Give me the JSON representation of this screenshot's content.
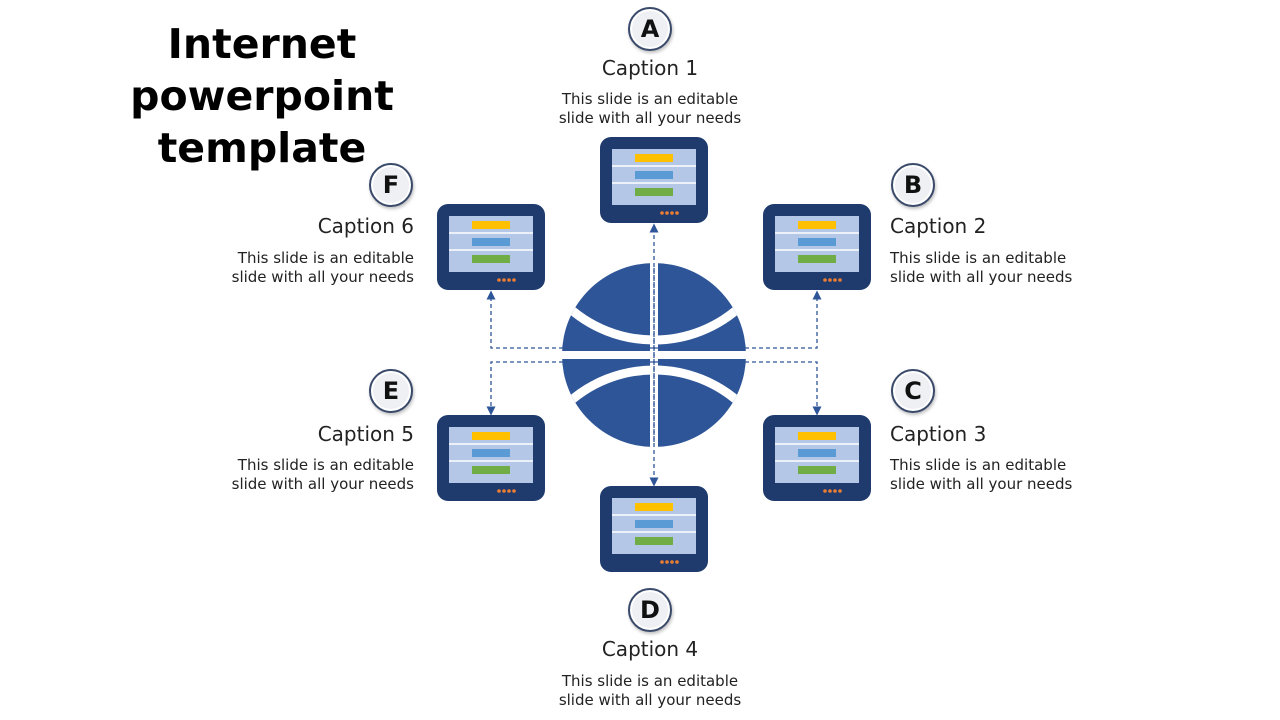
{
  "title": {
    "line1": "Internet",
    "line2": "powerpoint template"
  },
  "colors": {
    "frame": "#1f3b6e",
    "globe": "#2e5597",
    "screen": "#b4c7e7",
    "bar_yellow": "#ffc000",
    "bar_blue": "#5b9bd5",
    "bar_green": "#70ad47",
    "dots": "#ed7d31",
    "connector": "#2e5597"
  },
  "items": [
    {
      "letter": "A",
      "caption": "Caption 1",
      "desc_line1": "This slide is an editable",
      "desc_line2": "slide with all your needs"
    },
    {
      "letter": "B",
      "caption": "Caption 2",
      "desc_line1": "This slide is an editable",
      "desc_line2": "slide with all your needs"
    },
    {
      "letter": "C",
      "caption": "Caption 3",
      "desc_line1": "This slide is an editable",
      "desc_line2": "slide with all your needs"
    },
    {
      "letter": "D",
      "caption": "Caption 4",
      "desc_line1": "This slide is an editable",
      "desc_line2": "slide with all your needs"
    },
    {
      "letter": "E",
      "caption": "Caption 5",
      "desc_line1": "This slide is an editable",
      "desc_line2": "slide with all your needs"
    },
    {
      "letter": "F",
      "caption": "Caption 6",
      "desc_line1": "This slide is an editable",
      "desc_line2": "slide with all your needs"
    }
  ],
  "icons": {
    "center": "globe-icon",
    "device": "monitor-icon"
  }
}
